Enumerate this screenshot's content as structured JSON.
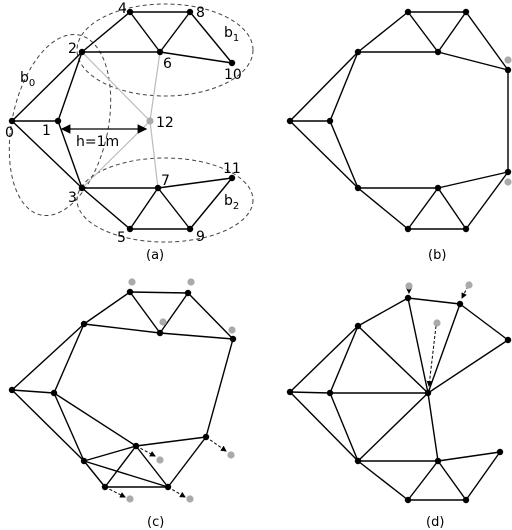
{
  "captions": {
    "a": "(a)",
    "b": "(b)",
    "c": "(c)",
    "d": "(d)"
  },
  "panel_a": {
    "node_labels": [
      "0",
      "1",
      "2",
      "3",
      "4",
      "5",
      "6",
      "7",
      "8",
      "9",
      "10",
      "11",
      "12"
    ],
    "region_labels": {
      "b0": "b",
      "b0_sub": "0",
      "b1": "b",
      "b1_sub": "1",
      "b2": "b",
      "b2_sub": "2"
    },
    "distance_label": "h=1m"
  },
  "colors": {
    "edge": "#000000",
    "gray_edge": "#bbbbbb",
    "gray_node": "#aaaaaa",
    "dashed": "#444444"
  }
}
